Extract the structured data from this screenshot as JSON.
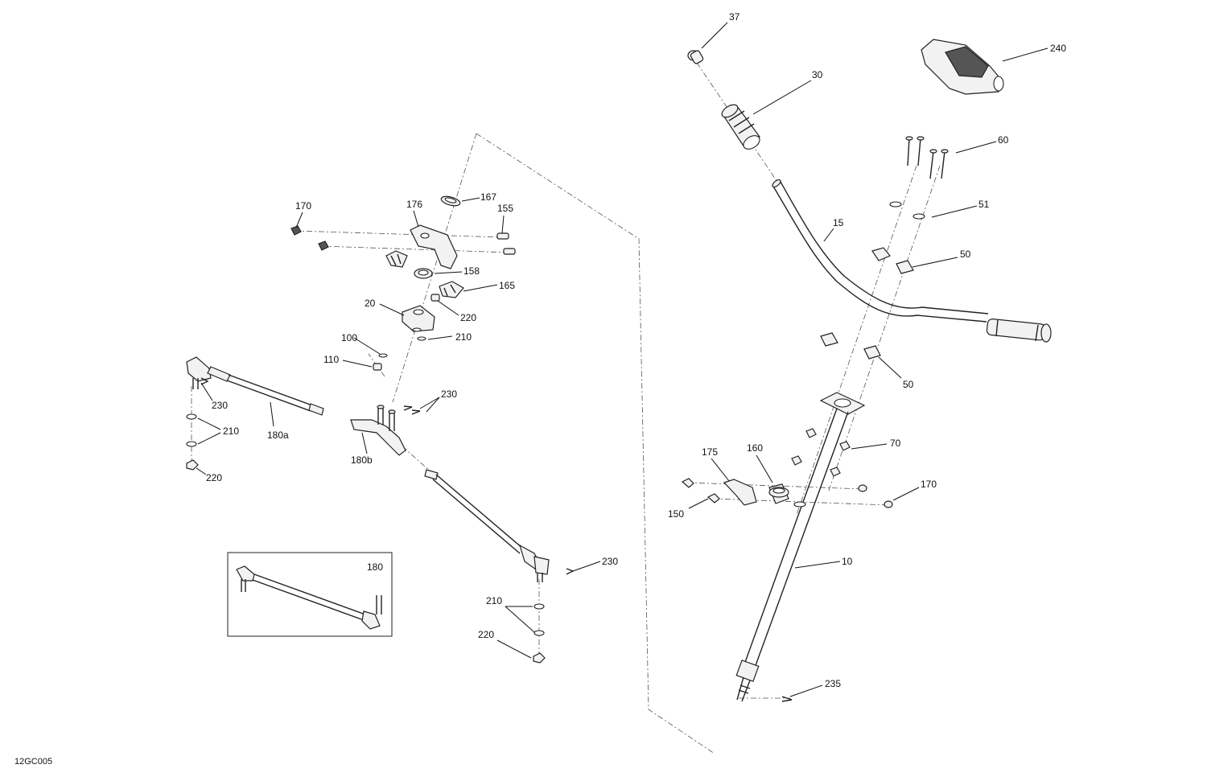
{
  "diagram_code": "12GC005",
  "callouts": {
    "c37": "37",
    "c240": "240",
    "c30": "30",
    "c60": "60",
    "c51": "51",
    "c15": "15",
    "c50a": "50",
    "c50b": "50",
    "c70": "70",
    "c175": "175",
    "c160": "160",
    "c170r": "170",
    "c150": "150",
    "c10": "10",
    "c235": "235",
    "c170l": "170",
    "c176": "176",
    "c167": "167",
    "c155": "155",
    "c158": "158",
    "c165": "165",
    "c20": "20",
    "c220a": "220",
    "c210a": "210",
    "c100": "100",
    "c110": "110",
    "c230a": "230",
    "c230b": "230",
    "c180a": "180a",
    "c210b": "210",
    "c220b": "220",
    "c180b": "180b",
    "c180": "180",
    "c230c": "230",
    "c210c": "210",
    "c220c": "220"
  }
}
